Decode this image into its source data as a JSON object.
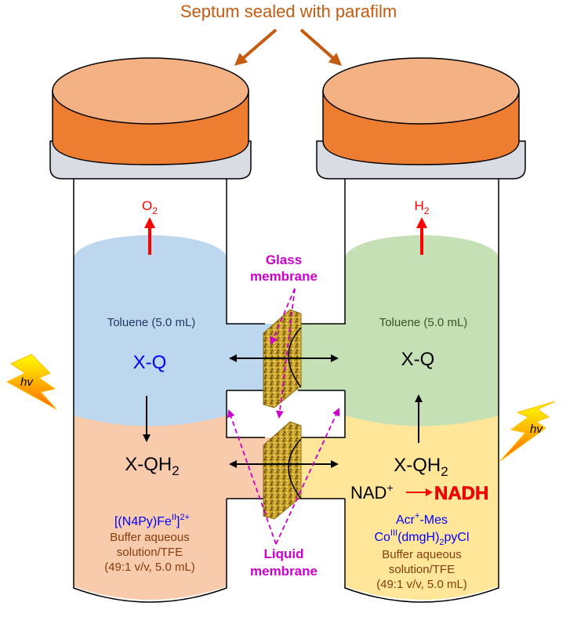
{
  "title": "Septum sealed with parafilm",
  "membranes": {
    "glass": [
      "Glass",
      "membrane"
    ],
    "liquid": [
      "Liquid",
      "membrane"
    ]
  },
  "light": "hv",
  "left_cell": {
    "gas": "O",
    "gas_sub": "2",
    "organic_phase": "Toluene (5.0 mL)",
    "organic_species": "X-Q",
    "aqueous_species": "X-QH",
    "aqueous_species_sub": "2",
    "catalyst": "[(N4Py)Fe",
    "catalyst_sup": "II",
    "catalyst_end": "]",
    "catalyst_charge": "2+",
    "aqueous_phase": [
      "Buffer aqueous",
      "solution/TFE",
      "(49:1 v/v, 5.0 mL)"
    ]
  },
  "right_cell": {
    "gas": "H",
    "gas_sub": "2",
    "organic_phase": "Toluene (5.0 mL)",
    "organic_species": "X-Q",
    "aqueous_species": "X-QH",
    "aqueous_species_sub": "2",
    "cofactor": "NAD",
    "cofactor_sup": "+",
    "product": "NADH",
    "photocatalyst": "Acr",
    "photocatalyst_sup": "+",
    "photocatalyst_end": "-Mes",
    "cobalt": "Co",
    "cobalt_sup": "III",
    "cobalt_mid": "(dmgH)",
    "cobalt_sub": "2",
    "cobalt_end": "pyCl",
    "aqueous_phase": [
      "Buffer aqueous",
      "solution/TFE",
      "(49:1 v/v, 5.0 mL)"
    ]
  },
  "colors": {
    "cap_top": "#F4B183",
    "cap_side": "#ED7D31",
    "ring": "#D9DCE3",
    "toluene_left": "#BDD7EE",
    "toluene_right": "#C5E0B4",
    "aqueous_left": "#F8CBAD",
    "aqueous_right": "#FFE699",
    "title_text": "#C55A11",
    "membrane_text": "#CC00CC",
    "gas_arrow": "#FF0000",
    "blue_text": "#0000FF",
    "brown_text": "#843C0C"
  }
}
